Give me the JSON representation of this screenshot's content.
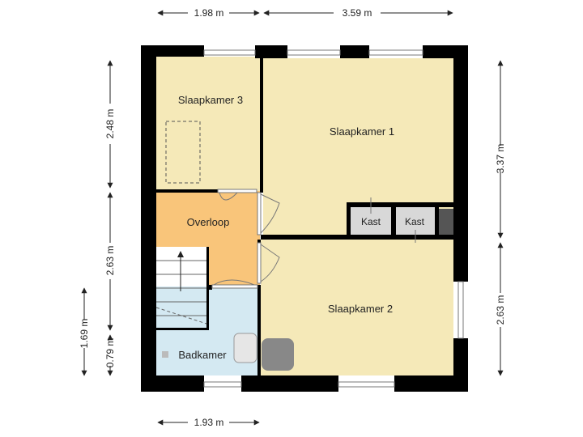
{
  "rooms": {
    "slaapkamer3": "Slaapkamer 3",
    "slaapkamer1": "Slaapkamer 1",
    "overloop": "Overloop",
    "slaapkamer2": "Slaapkamer 2",
    "badkamer": "Badkamer",
    "kast_left": "Kast",
    "kast_right": "Kast"
  },
  "dimensions": {
    "top_left": "1.98 m",
    "top_right": "3.59 m",
    "bottom": "1.93 m",
    "left_upper": "2.48 m",
    "left_middle": "2.63 m",
    "left_outer": "1.69 m",
    "left_lower": "0.79 m",
    "right_upper": "3.37 m",
    "right_lower": "2.63 m"
  },
  "colors": {
    "bedroom_fill": "#f5e9b8",
    "overloop_fill": "#f9c57a",
    "bathroom_fill": "#d4e9f2",
    "kast_fill": "#d8d8d8",
    "wall": "#000000",
    "dimension_line": "#222222"
  }
}
